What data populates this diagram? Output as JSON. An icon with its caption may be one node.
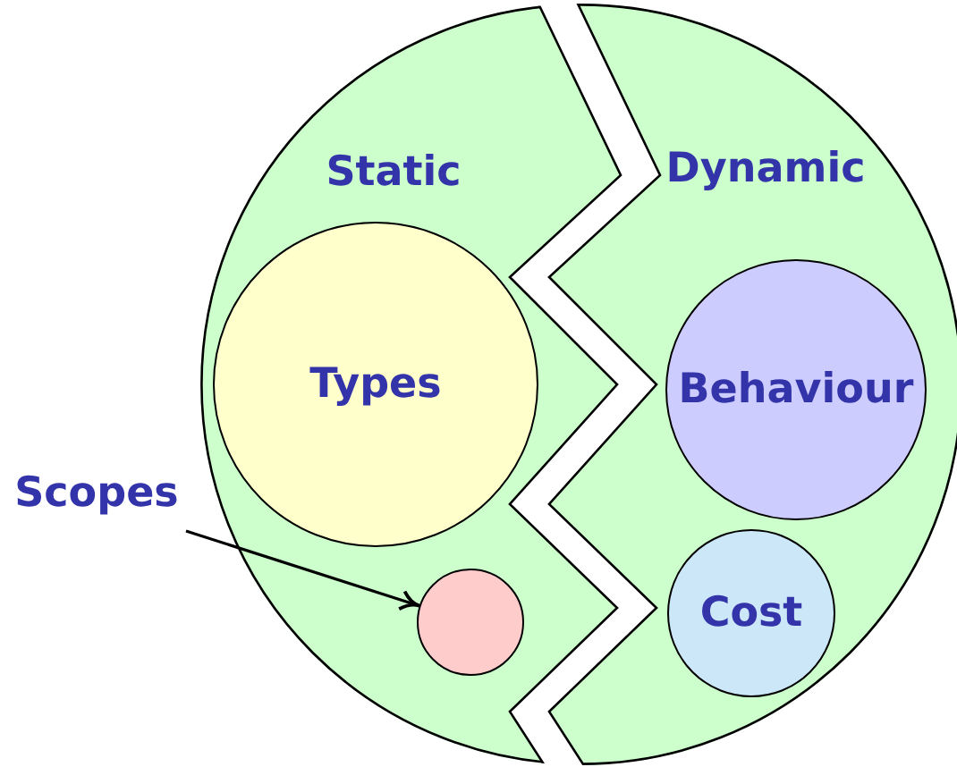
{
  "diagram": {
    "nodes": [
      {
        "text": [
          "Static"
        ]
      },
      {
        "text": [
          "Types"
        ],
        "in": 0
      },
      {
        "text": [],
        "shape": "circle",
        "in": 0
      },
      {
        "text": [
          "Dynamic"
        ]
      },
      {
        "text": [
          "Behaviour"
        ],
        "in": 3
      },
      {
        "text": [
          "Cost"
        ],
        "in": 3
      },
      {
        "text": [
          "Scopes"
        ]
      }
    ],
    "edges": [
      {
        "from": 6,
        "to": 2,
        "arrow": "to"
      }
    ]
  }
}
